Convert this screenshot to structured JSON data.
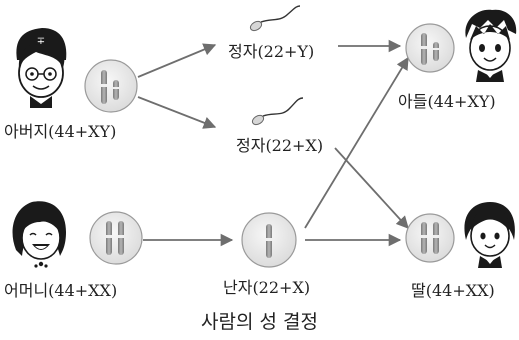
{
  "nodes": {
    "father": {
      "label": "아버지(44+XY)"
    },
    "mother": {
      "label": "어머니(44+XX)"
    },
    "sperm_y": {
      "label": "정자(22+Y)"
    },
    "sperm_x": {
      "label": "정자(22+X)"
    },
    "egg": {
      "label": "난자(22+X)"
    },
    "son": {
      "label": "아들(44+XY)"
    },
    "daughter": {
      "label": "딸(44+XX)"
    }
  },
  "caption": "사람의 성 결정",
  "colors": {
    "arrow": "#6e6e6e",
    "cell_fill": "#e9e9e9",
    "cell_stroke": "#9a9a9a",
    "chromosome": "#8d8d8d",
    "chromosome_band": "#f4f4f4"
  }
}
